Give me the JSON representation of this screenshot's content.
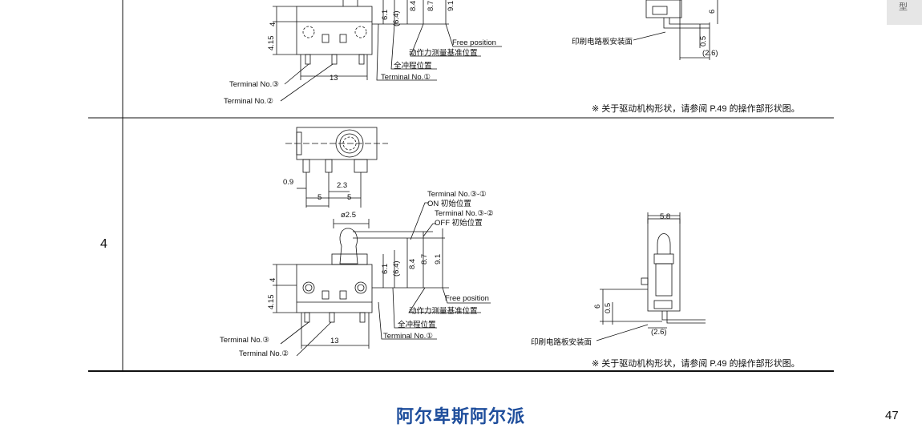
{
  "side_tab": "型",
  "row_number": "4",
  "top_drawing": {
    "dim_4": "4",
    "dim_415": "4.15",
    "dim_13": "13",
    "v_61": "6.1",
    "v_64": "(6.4)",
    "v_84": "8.4",
    "v_87": "8.7",
    "v_91": "9.1",
    "free_position": "Free position",
    "force_ref": "动作力测量基准位置",
    "overtravel": "全冲程位置",
    "terminal_1": "Terminal No.①",
    "terminal_3": "Terminal No.③",
    "terminal_2": "Terminal No.②",
    "pcb_label": "印刷电路板安装面",
    "side_6": "6",
    "side_05": "0.5",
    "side_26": "(2.6)",
    "note": "※ 关于驱动机构形状，请参阅 P.49 的操作部形状图。"
  },
  "bottom_drawing": {
    "dim_09": "0.9",
    "dim_23": "2.3",
    "dim_5a": "5",
    "dim_5b": "5",
    "dia_25": "ø2.5",
    "term31_a": "Terminal No.③-①",
    "term31_b": "ON 初始位置",
    "term32_a": "Terminal No.③-②",
    "term32_b": "OFF 初始位置",
    "dim_58": "5.8",
    "dim_4": "4",
    "dim_415": "4.15",
    "dim_13": "13",
    "v_61": "6.1",
    "v_64": "(6.4)",
    "v_84": "8.4",
    "v_87": "8.7",
    "v_91": "9.1",
    "free_position": "Free position",
    "force_ref": "动作力测量基准位置",
    "overtravel": "全冲程位置",
    "terminal_1": "Terminal No.①",
    "terminal_3": "Terminal No.③",
    "terminal_2": "Terminal No.②",
    "side_6": "6",
    "side_05": "0.5",
    "side_26": "(2.6)",
    "pcb_label": "印刷电路板安装面",
    "note": "※ 关于驱动机构形状，请参阅 P.49 的操作部形状图。"
  },
  "footer": {
    "brand": "阿尔卑斯阿尔派",
    "page_number": "47"
  }
}
